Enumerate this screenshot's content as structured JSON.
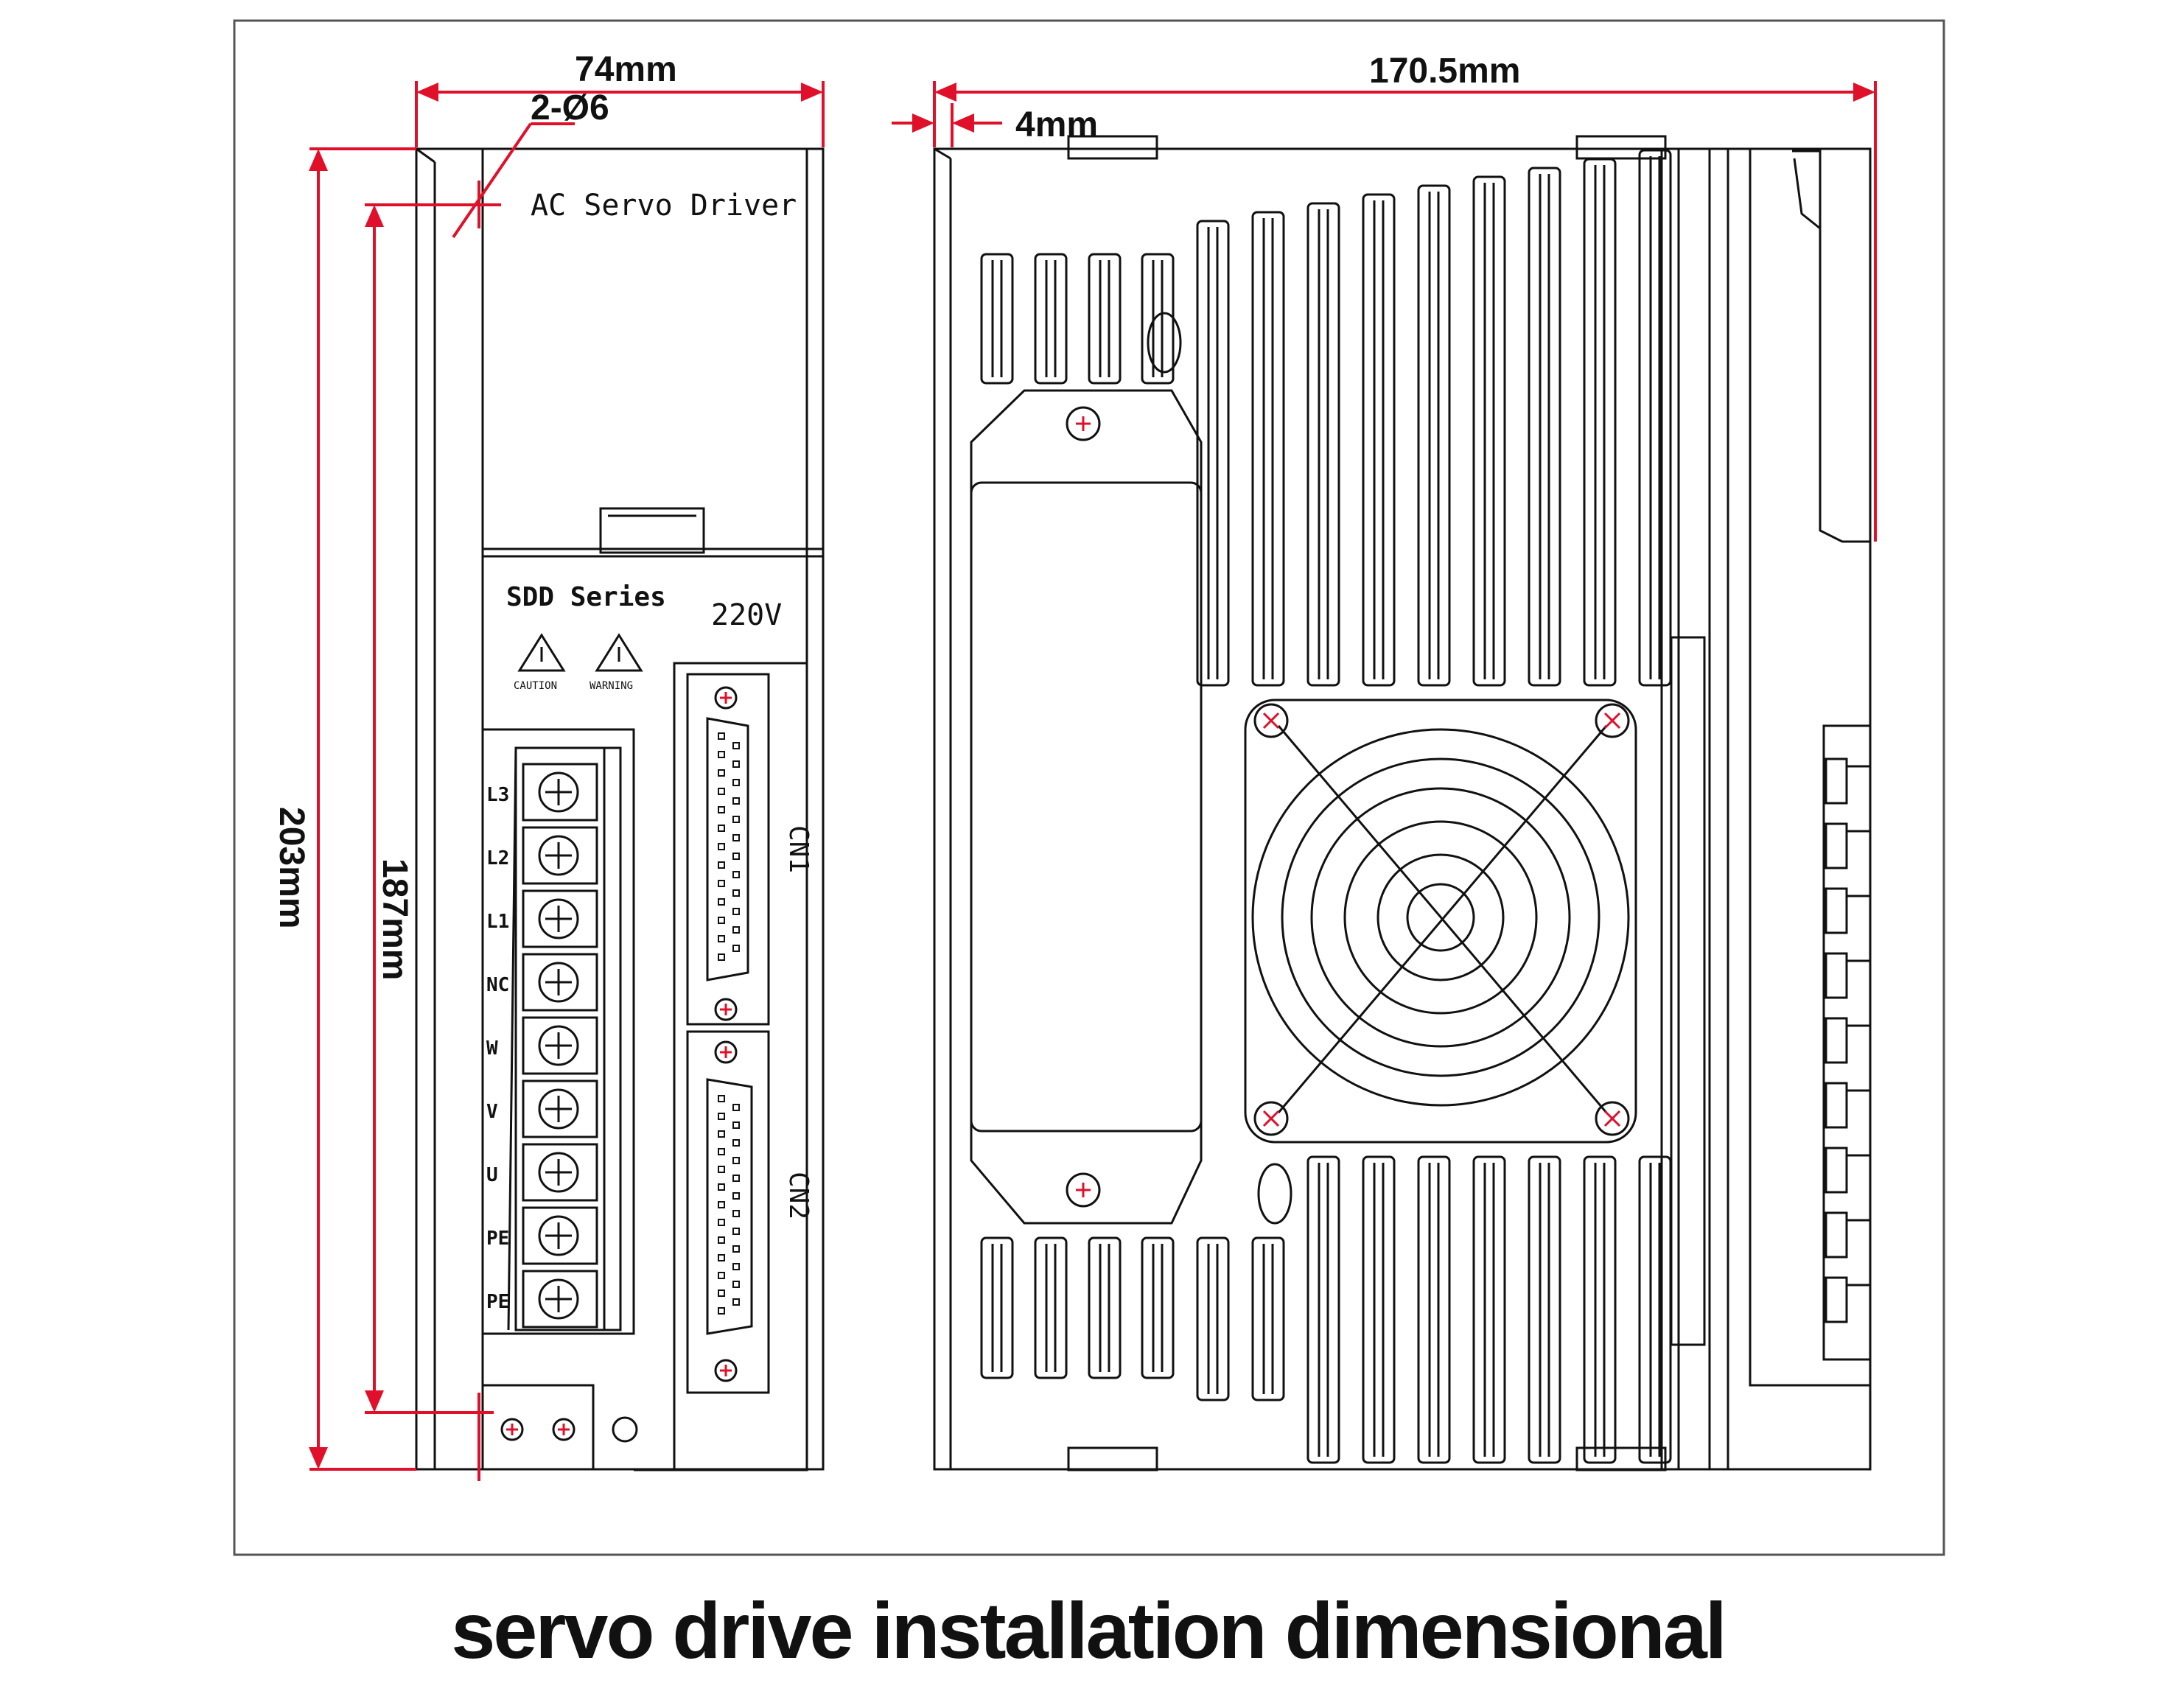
{
  "colors": {
    "dimension": "#e0102a",
    "line": "#111111",
    "background": "#ffffff"
  },
  "dimensions": {
    "front_width": "74mm",
    "mount_hole": "2-Ø6",
    "side_depth": "170.5mm",
    "side_offset": "4mm",
    "total_height": "203mm",
    "hole_spacing": "187mm"
  },
  "front_panel": {
    "title": "AC Servo Driver",
    "series": "SDD Series",
    "voltage": "220V",
    "caution_label": "CAUTION",
    "warning_label": "WARNING",
    "terminals": [
      "L3",
      "L2",
      "L1",
      "NC",
      "W",
      "V",
      "U",
      "PE",
      "PE"
    ],
    "connector_1": "CN1",
    "connector_2": "CN2"
  },
  "caption": "servo drive installation dimensional"
}
